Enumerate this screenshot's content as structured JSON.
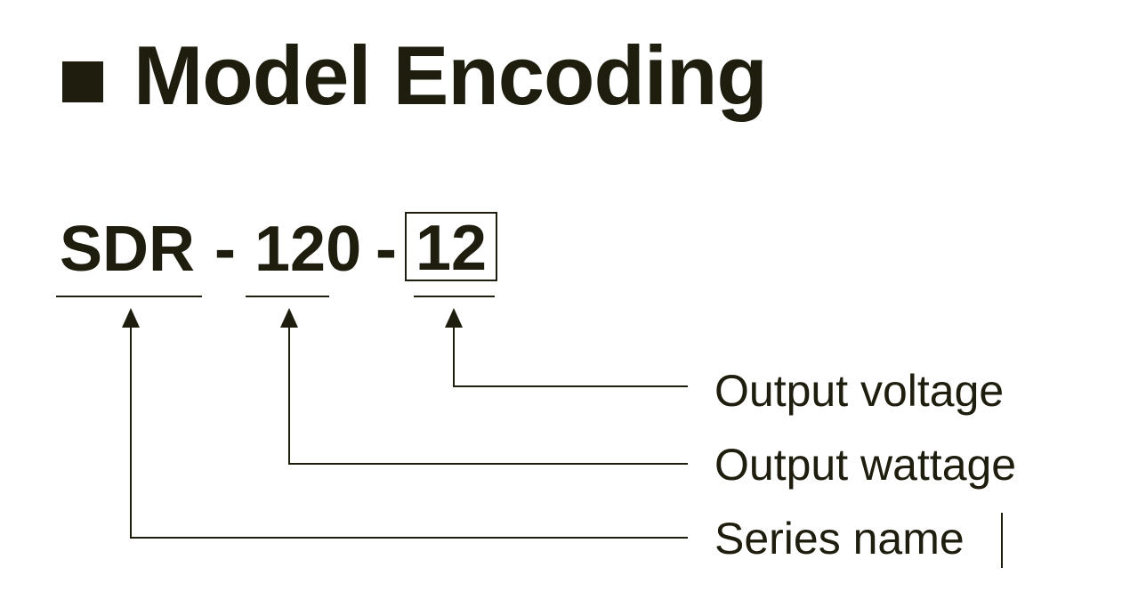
{
  "title": "Model Encoding",
  "code": {
    "series": "SDR",
    "separator": "-",
    "wattage": "120",
    "voltage": "12"
  },
  "labels": {
    "voltage": "Output voltage",
    "wattage": "Output wattage",
    "series": "Series name"
  },
  "colors": {
    "text": "#1f1d0e",
    "background": "#ffffff"
  }
}
